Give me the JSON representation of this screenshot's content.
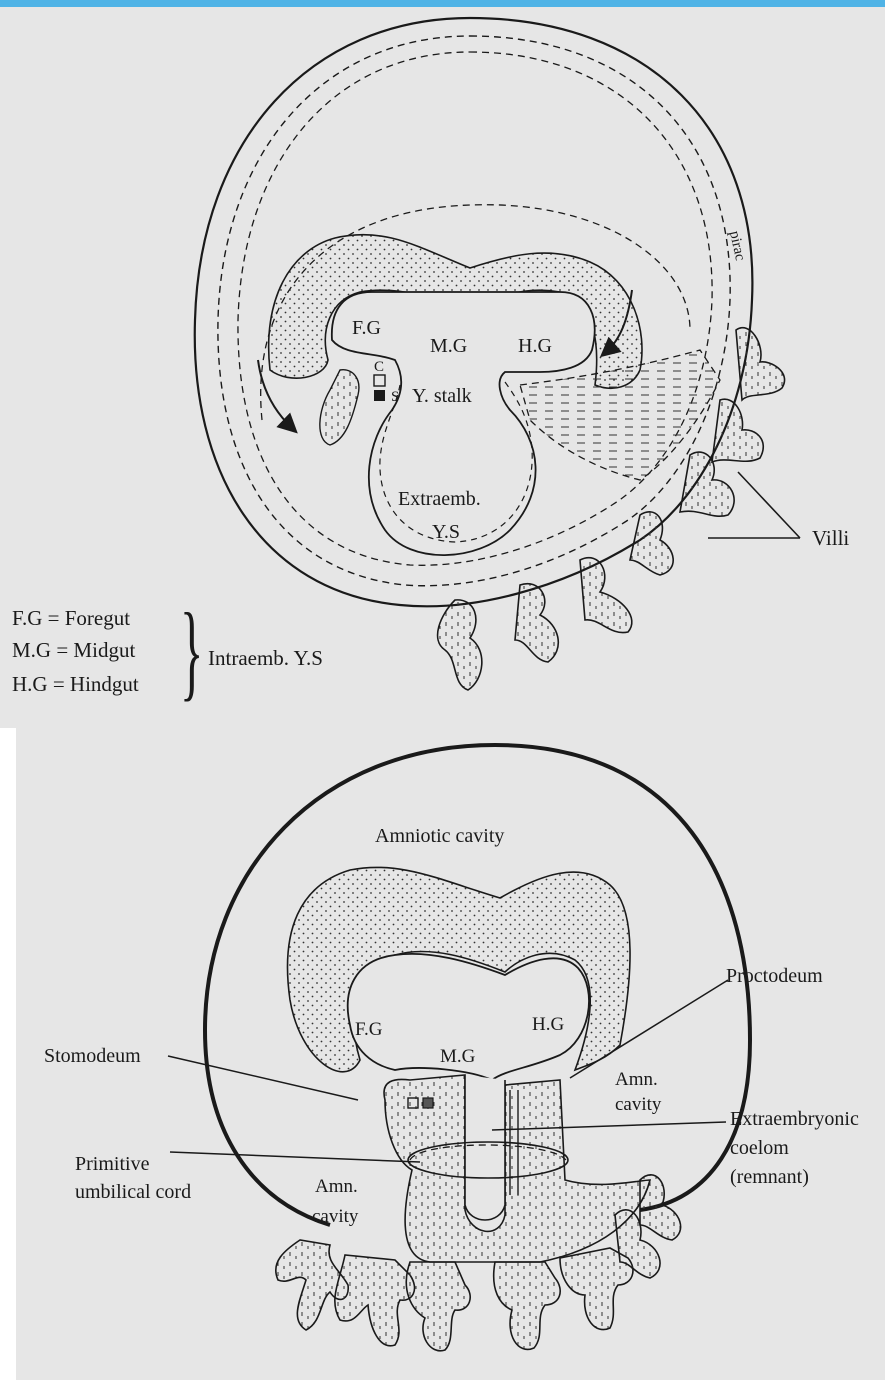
{
  "diagram_top": {
    "labels": {
      "foregut": "F.G",
      "midgut": "M.G",
      "hindgut": "H.G",
      "c_mark": "C",
      "s_mark": "S",
      "yolk_stalk": "Y. stalk",
      "extraemb_line1": "Extraemb.",
      "extraemb_line2": "Y.S",
      "villi": "Villi",
      "side_text": "pirac"
    },
    "legend": {
      "items": [
        "F.G = Foregut",
        "M.G = Midgut",
        "H.G = Hindgut"
      ],
      "brace": "}",
      "group_label": "Intraemb. Y.S"
    }
  },
  "diagram_bottom": {
    "labels": {
      "amniotic_cavity": "Amniotic cavity",
      "foregut": "F.G",
      "midgut": "M.G",
      "hindgut": "H.G",
      "proctodeum": "Proctodeum",
      "stomodeum": "Stomodeum",
      "amn_cavity_right_1": "Amn.",
      "amn_cavity_right_2": "cavity",
      "extraemb_coelom_1": "Extraembryonic",
      "extraemb_coelom_2": "coelom",
      "extraemb_coelom_3": "(remnant)",
      "primitive_1": "Primitive",
      "primitive_2": "umbilical cord",
      "amn_cavity_left_1": "Amn.",
      "amn_cavity_left_2": "cavity"
    }
  },
  "colors": {
    "background": "#e6e6e6",
    "ink": "#1a1a1a",
    "top_bar": "#4fb3e6"
  }
}
